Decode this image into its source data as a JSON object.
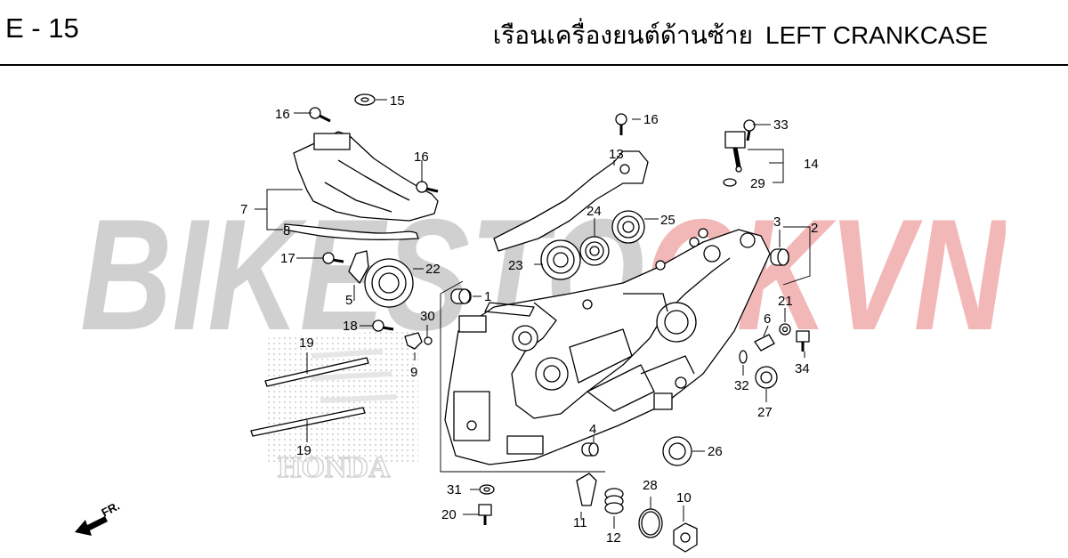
{
  "page": {
    "code": "E - 15",
    "title_th": "เรือนเครื่องยนต์ด้านซ้าย",
    "title_en": "LEFT CRANKCASE"
  },
  "watermark": {
    "text": "BIKESTOCKVN",
    "colors": [
      "#d0d0d0",
      "#d0d0d0",
      "#d0d0d0",
      "#d0d0d0",
      "#d0d0d0",
      "#d0d0d0",
      "#d0d0d0",
      "#f2b8b8",
      "#f2b8b8",
      "#f2b8b8",
      "#f2b8b8"
    ]
  },
  "brand_mark": "HONDA",
  "direction": "FR.",
  "callouts": [
    "1",
    "2",
    "3",
    "4",
    "5",
    "6",
    "7",
    "8",
    "9",
    "10",
    "11",
    "12",
    "13",
    "14",
    "15",
    "16",
    "16",
    "16",
    "17",
    "18",
    "19",
    "19",
    "20",
    "21",
    "22",
    "23",
    "24",
    "25",
    "26",
    "27",
    "28",
    "29",
    "30",
    "31",
    "32",
    "33",
    "34"
  ]
}
